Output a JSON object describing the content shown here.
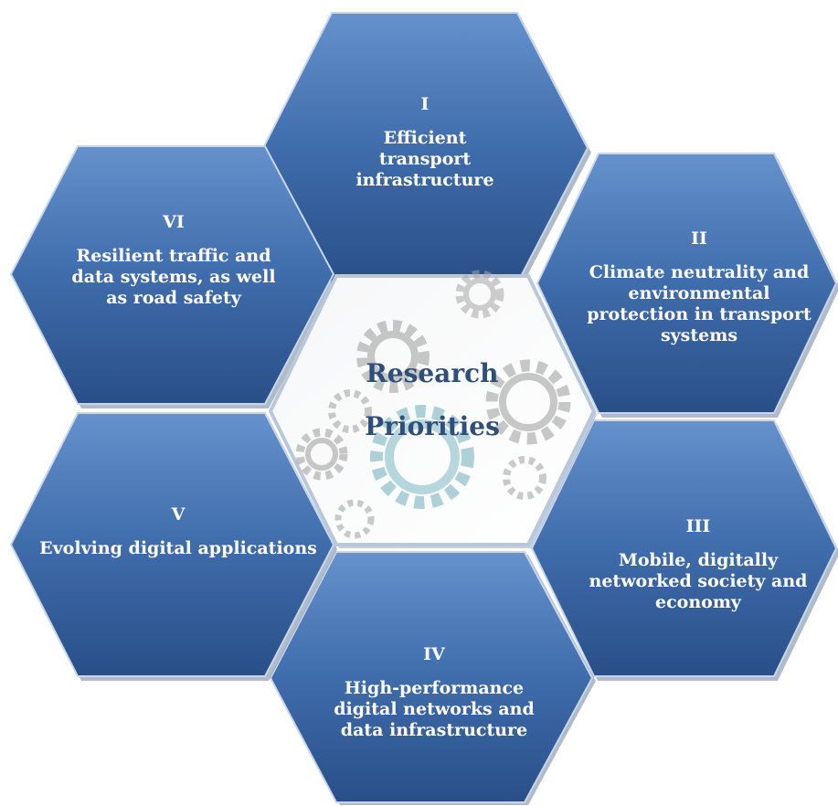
{
  "center": {
    "line1": "Research",
    "line2": "Priorities",
    "icon": "gears-icon"
  },
  "priorities": [
    {
      "numeral": "I",
      "label": "Efficient transport infrastructure"
    },
    {
      "numeral": "II",
      "label": "Climate neutrality and environmental protection in transport systems"
    },
    {
      "numeral": "III",
      "label": "Mobile, digitally networked society and economy"
    },
    {
      "numeral": "IV",
      "label": "High-performance digital networks and data infrastructure"
    },
    {
      "numeral": "V",
      "label": "Evolving digital applications"
    },
    {
      "numeral": "VI",
      "label": "Resilient traffic and data systems, as well as road safety"
    }
  ],
  "colors": {
    "hex_dark": "#2a4f86",
    "hex_light": "#5b88c4",
    "center_text": "#2f4f7a",
    "gear_teal": "#7fb8c4",
    "gear_gray": "#9c9c9c"
  }
}
